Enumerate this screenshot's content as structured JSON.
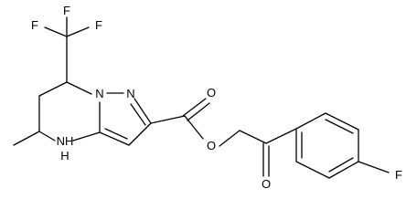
{
  "molecule": {
    "atom_labels": {
      "f_top_left": "F",
      "f_top_mid": "F",
      "f_top_right": "F",
      "n_ring_left": "N",
      "n_ring_right": "N",
      "nh": "NH",
      "h": "H",
      "o_carbonyl_ester": "O",
      "o_ester": "O",
      "o_ketone": "O",
      "f_para": "F"
    }
  }
}
